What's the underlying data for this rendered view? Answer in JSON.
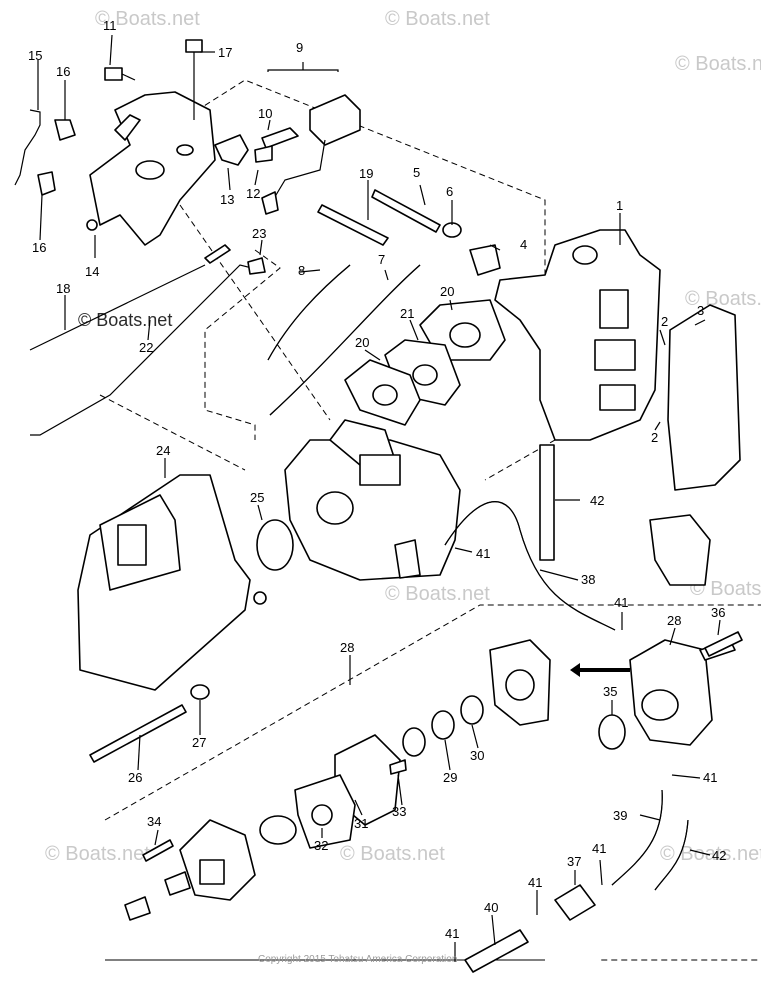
{
  "watermark": {
    "text": "© Boats.net"
  },
  "copyright": "Copyright 2015 Tohatsu America Corporation",
  "callouts": [
    "1",
    "2",
    "2",
    "3",
    "4",
    "5",
    "6",
    "7",
    "8",
    "9",
    "10",
    "11",
    "12",
    "13",
    "14",
    "15",
    "16",
    "16",
    "17",
    "18",
    "19",
    "20",
    "20",
    "21",
    "22",
    "23",
    "24",
    "25",
    "26",
    "27",
    "28",
    "28",
    "29",
    "30",
    "31",
    "32",
    "33",
    "34",
    "35",
    "36",
    "37",
    "38",
    "39",
    "40",
    "41",
    "41",
    "41",
    "41",
    "41",
    "41",
    "42",
    "42"
  ]
}
